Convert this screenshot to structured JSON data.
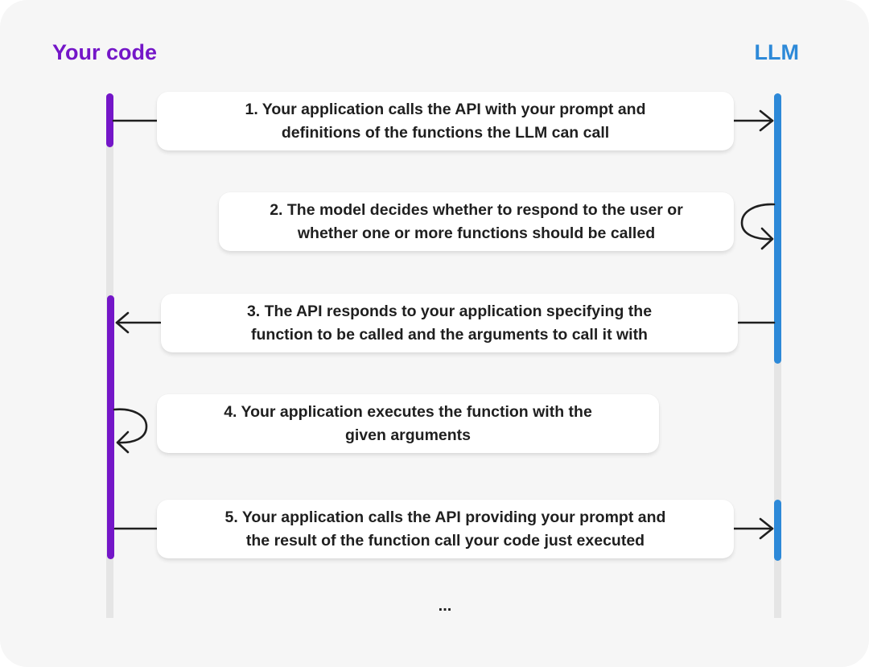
{
  "lanes": {
    "left_title": "Your code",
    "right_title": "LLM"
  },
  "colors": {
    "code_lane": "#7416c8",
    "llm_lane": "#2d89d8",
    "track": "#e5e5e5",
    "arrow": "#1f1f1f"
  },
  "steps": [
    {
      "line1": "1. Your application calls the API with your prompt and",
      "line2": "definitions of the functions the LLM can call"
    },
    {
      "line1": "2. The model decides whether to respond to the user or",
      "line2": "whether one or more functions should be called"
    },
    {
      "line1": "3. The API responds to your application specifying the",
      "line2": "function to be called and the arguments to call it with"
    },
    {
      "line1": "4. Your application executes the function with the",
      "line2": "given  arguments"
    },
    {
      "line1": "5. Your application calls the API providing your prompt and",
      "line2": "the result of the function call your code just executed"
    }
  ],
  "continuation": "..."
}
